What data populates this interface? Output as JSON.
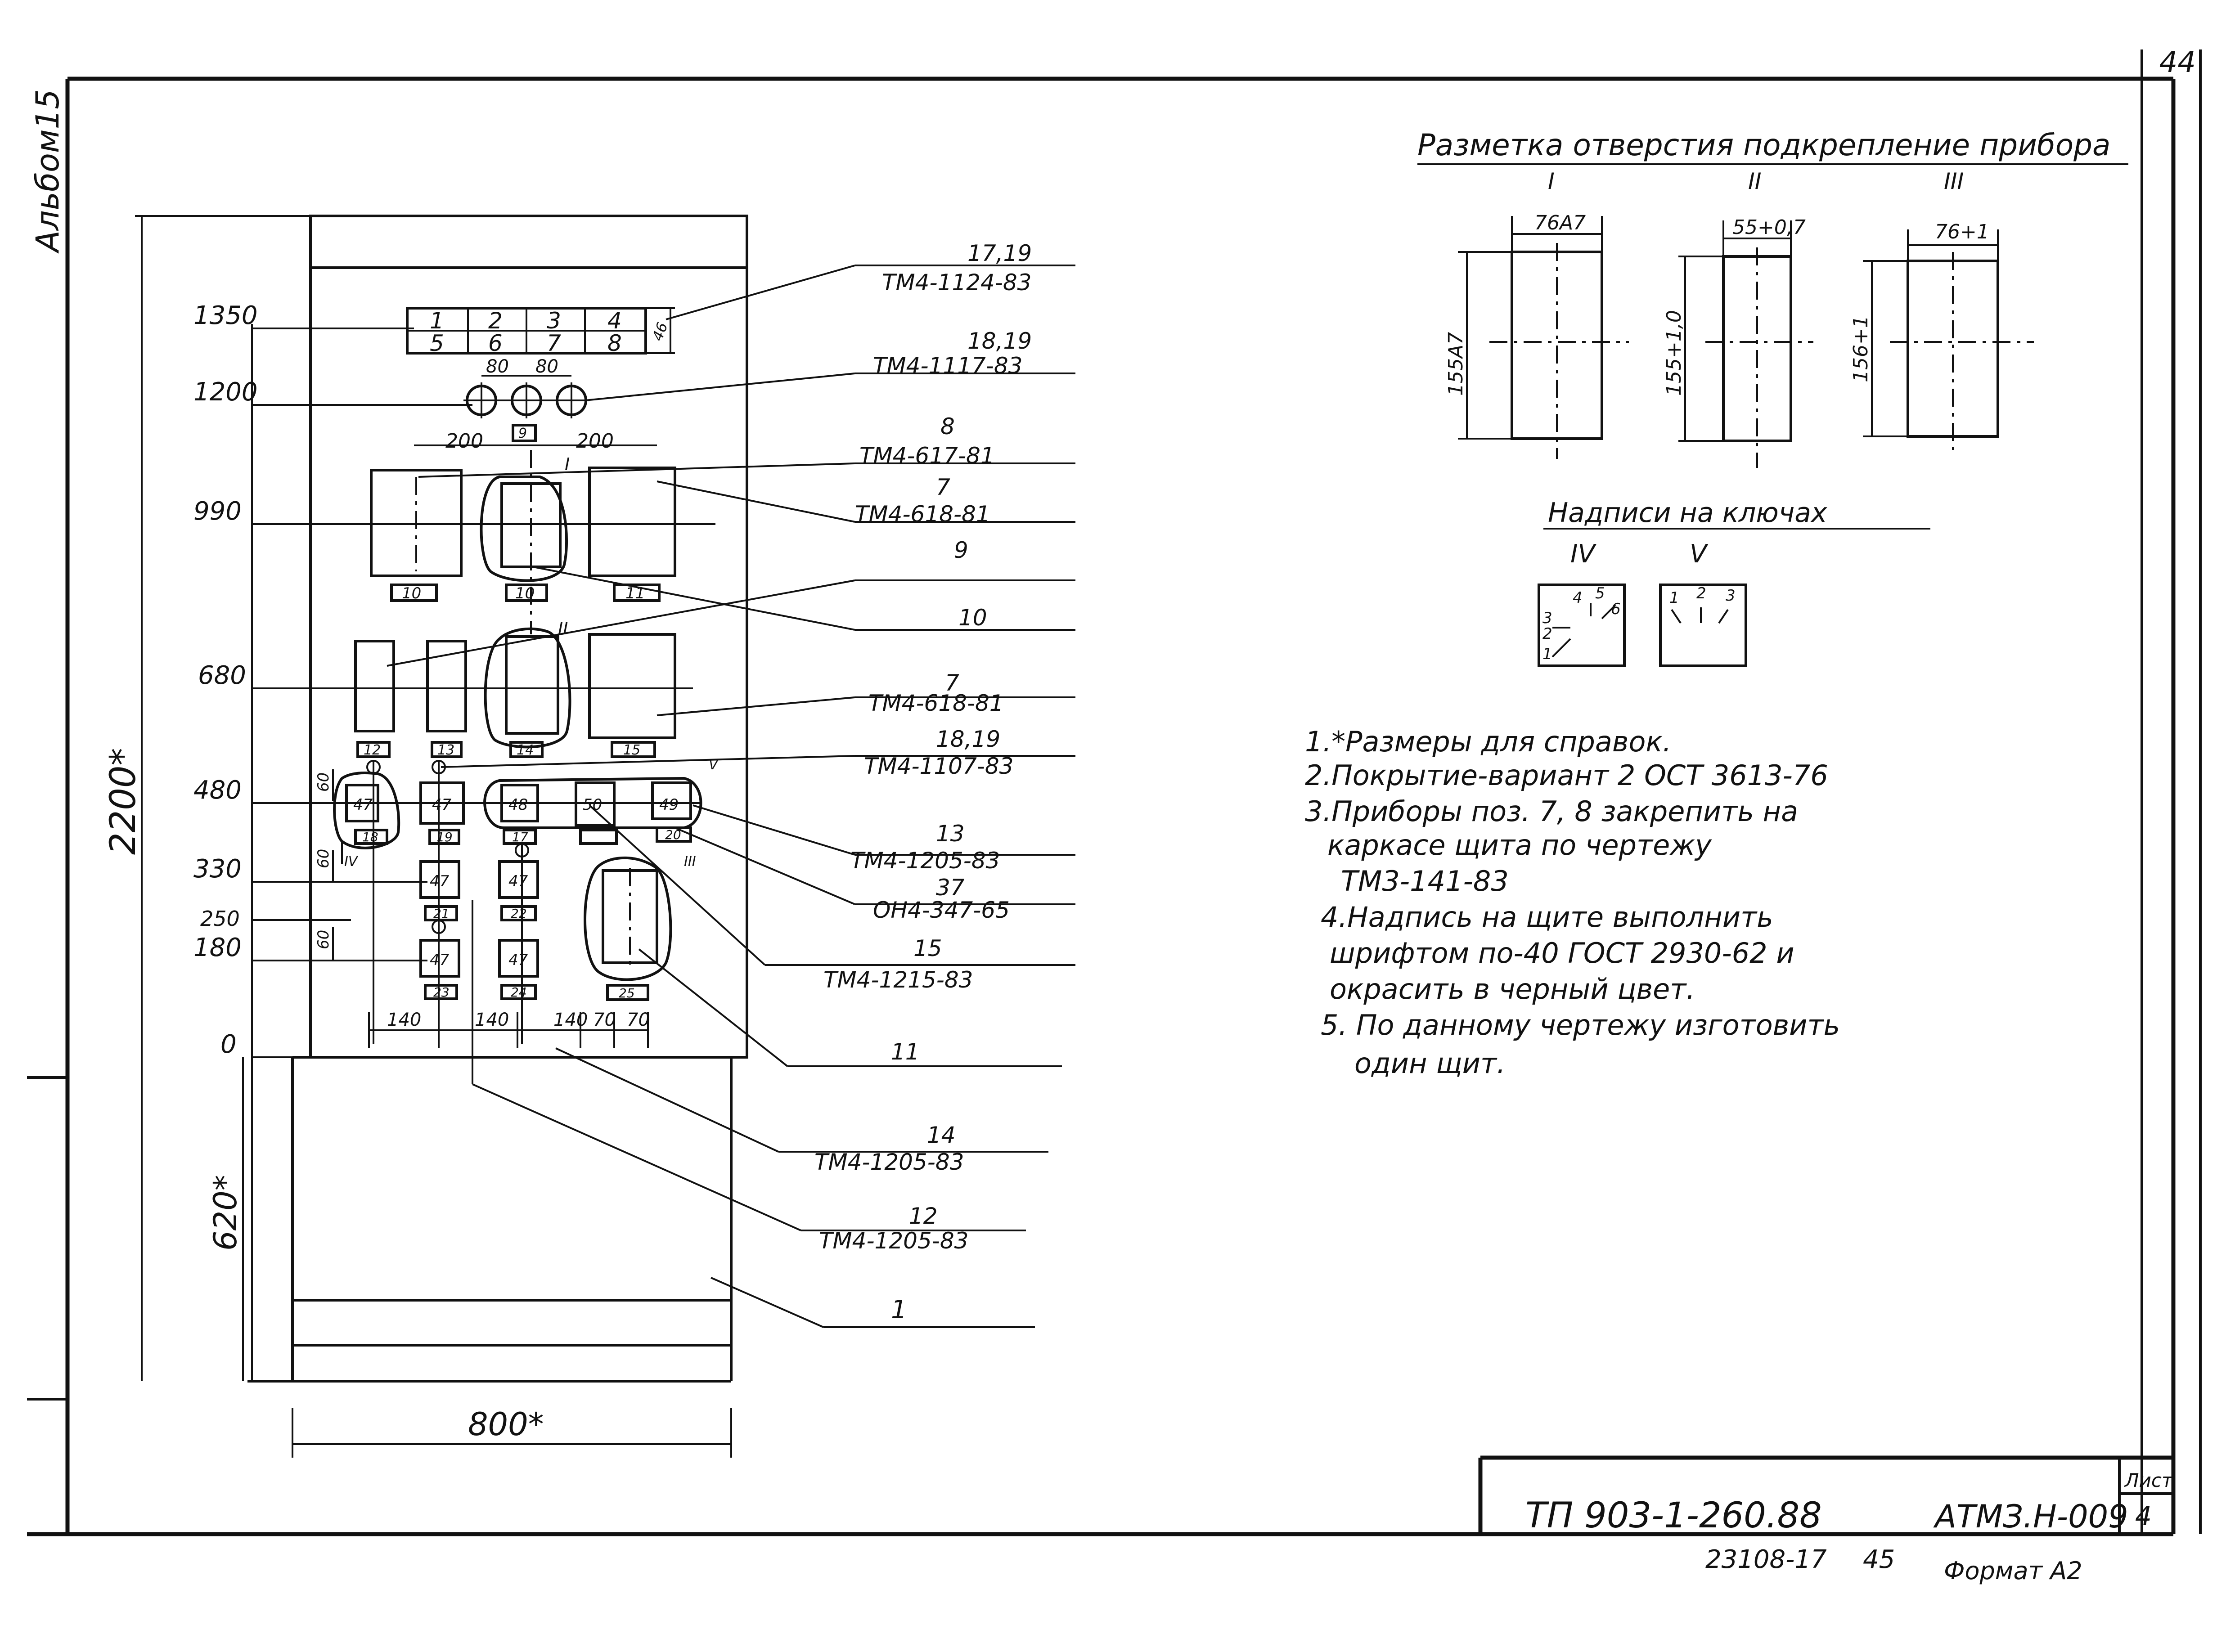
{
  "sheet": {
    "page_number": "44",
    "album_label": "Альбом15",
    "sheet_code": "23108-17",
    "sheet_sub": "45",
    "format_label": "Формат А2"
  },
  "title_block": {
    "project": "ТП 903-1-260.88",
    "drawing": "АТМЗ.Н-009",
    "list_label": "Лист",
    "list_number": "4"
  },
  "panel": {
    "overall_height": "2200*",
    "base_height": "620*",
    "overall_width": "800*",
    "levels": [
      "1350",
      "1200",
      "990",
      "680",
      "480",
      "330",
      "250",
      "180",
      "0"
    ],
    "spacing": {
      "h80a": "80",
      "h80b": "80",
      "h200a": "200",
      "h200b": "200",
      "b140a": "140",
      "b140b": "140",
      "b140c": "140",
      "b70a": "70",
      "b70b": "70",
      "v60a": "60",
      "v60b": "60",
      "v60c": "60",
      "v46": "46"
    },
    "top_strip": [
      "1",
      "2",
      "3",
      "4",
      "5",
      "6",
      "7",
      "8"
    ],
    "tag_9": "9",
    "tags": [
      "10",
      "10",
      "11",
      "12",
      "13",
      "14",
      "15",
      "18",
      "19",
      "17",
      "20",
      "21",
      "22",
      "23",
      "24",
      "25"
    ],
    "devices": [
      "47",
      "47",
      "48",
      "50",
      "49",
      "47",
      "47",
      "47",
      "47"
    ],
    "refs": [
      "I",
      "II",
      "III",
      "IV",
      "V"
    ]
  },
  "callouts": [
    {
      "pos": "17,19",
      "code": "ТМ4-1124-83"
    },
    {
      "pos": "18,19",
      "code": "ТМ4-1117-83"
    },
    {
      "pos": "8",
      "code": "ТМ4-617-81"
    },
    {
      "pos": "7",
      "code": "ТМ4-618-81"
    },
    {
      "pos": "9",
      "code": ""
    },
    {
      "pos": "10",
      "code": ""
    },
    {
      "pos": "7",
      "code": "ТМ4-618-81"
    },
    {
      "pos": "18,19",
      "code": "ТМ4-1107-83"
    },
    {
      "pos": "13",
      "code": "ТМ4-1205-83"
    },
    {
      "pos": "37",
      "code": "ОН4-347-65"
    },
    {
      "pos": "15",
      "code": "ТМ4-1215-83"
    },
    {
      "pos": "11",
      "code": ""
    },
    {
      "pos": "14",
      "code": "ТМ4-1205-83"
    },
    {
      "pos": "12",
      "code": "ТМ4-1205-83"
    },
    {
      "pos": "1",
      "code": ""
    }
  ],
  "cutouts": {
    "title": "Разметка отверстия подкрепление прибора",
    "items": [
      {
        "roman": "I",
        "width": "76А7",
        "height": "155А7"
      },
      {
        "roman": "II",
        "width": "55+0,7",
        "height": "155+1,0"
      },
      {
        "roman": "III",
        "width": "76+1",
        "height": "156+1"
      }
    ]
  },
  "keys": {
    "title": "Надписи на ключах",
    "items": [
      {
        "roman": "IV",
        "marks": [
          "4",
          "5",
          "6",
          "3",
          "2",
          "1"
        ]
      },
      {
        "roman": "V",
        "marks": [
          "1",
          "2",
          "3"
        ]
      }
    ]
  },
  "notes": [
    "1.*Размеры для справок.",
    "2.Покрытие-вариант 2 ОСТ 3613-76",
    "3.Приборы поз. 7, 8 закрепить на",
    "каркасе щита по чертежу",
    "ТМ3-141-83",
    "4.Надпись на щите выполнить",
    "шрифтом по-40 ГОСТ 2930-62 и",
    "окрасить в черный цвет.",
    "5. По данному чертежу изготовить",
    "один щит."
  ]
}
